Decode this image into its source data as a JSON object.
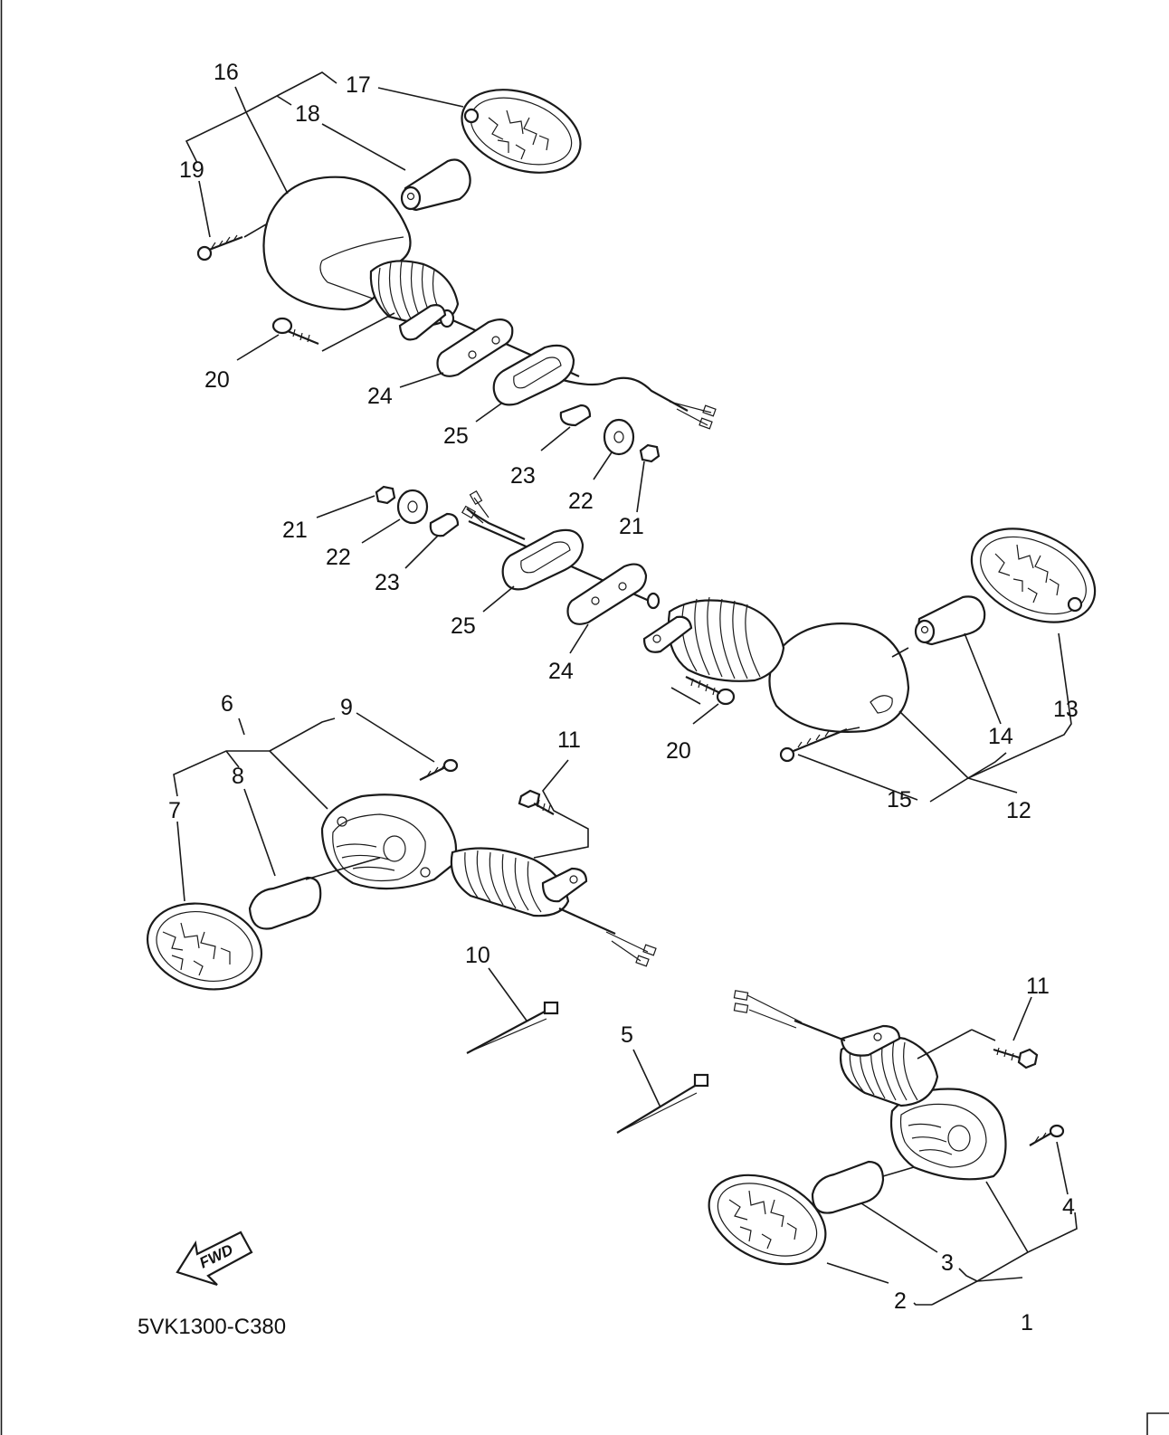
{
  "diagram_code": "5VK1300-C380",
  "direction_arrow": {
    "label": "FWD",
    "icon": "forward-arrow-icon"
  },
  "colors": {
    "line": "#1a1a1a",
    "background": "#ffffff"
  },
  "callouts": {
    "c1": "1",
    "c2": "2",
    "c3": "3",
    "c4": "4",
    "c5": "5",
    "c6": "6",
    "c7": "7",
    "c8": "8",
    "c9": "9",
    "c10": "10",
    "c11a": "11",
    "c11b": "11",
    "c12": "12",
    "c13": "13",
    "c14": "14",
    "c15": "15",
    "c16": "16",
    "c17": "17",
    "c18": "18",
    "c19": "19",
    "c20a": "20",
    "c20b": "20",
    "c21a": "21",
    "c21b": "21",
    "c22a": "22",
    "c22b": "22",
    "c23a": "23",
    "c23b": "23",
    "c24a": "24",
    "c24b": "24",
    "c25a": "25",
    "c25b": "25"
  }
}
